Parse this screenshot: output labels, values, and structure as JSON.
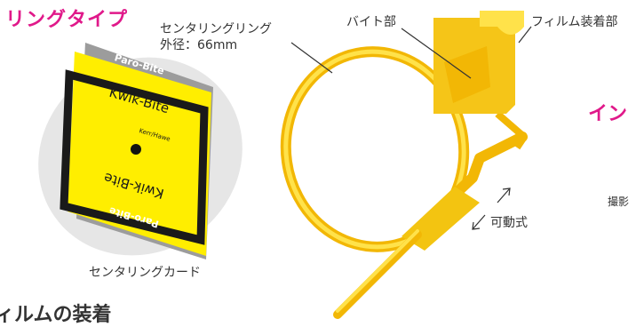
{
  "header": {
    "title": "リングタイプ",
    "right_title_partial": "イン"
  },
  "labels": {
    "ring_line1": "センタリングリング",
    "ring_line2": "外径：66mm",
    "bite_part": "バイト部",
    "film_mount": "フィルム装着部",
    "movable": "可動式",
    "card_caption": "センタリングカード",
    "shooting_partial": "撮影"
  },
  "card": {
    "brand_top": "Paro-Bite",
    "brand_bottom": "Paro-Bite",
    "product_top": "Kwik-Bite",
    "product_bottom": "Kwik-Bite",
    "maker": "Kerr/Hawe"
  },
  "footer": {
    "partial_heading": "ィルムの装着"
  },
  "colors": {
    "accent_pink": "#e0198a",
    "yellow": "#ffe600",
    "yellow_dark": "#f2b705"
  }
}
